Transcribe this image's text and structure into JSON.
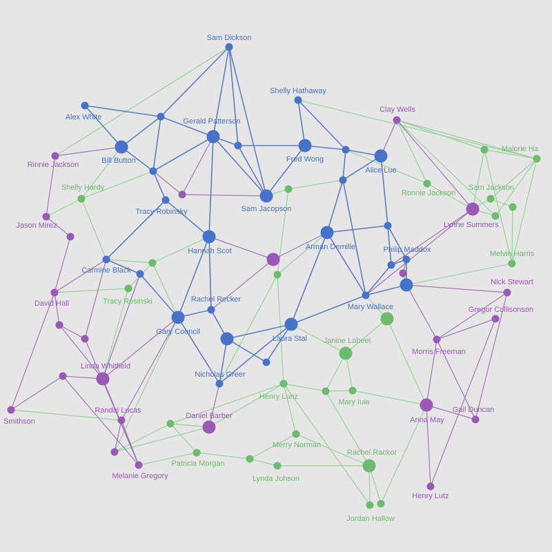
{
  "colors": {
    "background": "#e6e6e6",
    "blue": "#4673c9",
    "purple": "#9b59b6",
    "green": "#6cbb6e",
    "edge_blue": "#5478c4",
    "edge_purple": "#9a70b4",
    "edge_green": "#8fcf8f"
  },
  "nodes": [
    {
      "id": "sam_dickson",
      "label": "Sam Dickson",
      "group": "blue",
      "size": "s"
    },
    {
      "id": "shelly_hathaway",
      "label": "Shelly Hathaway",
      "group": "blue",
      "size": "s"
    },
    {
      "id": "alex_white",
      "label": "Alex White",
      "group": "blue",
      "size": "s"
    },
    {
      "id": "n_a1",
      "label": "",
      "group": "blue",
      "size": "s"
    },
    {
      "id": "gerald_patterson",
      "label": "Gerald Patterson",
      "group": "blue",
      "size": "l"
    },
    {
      "id": "n_a2",
      "label": "",
      "group": "blue",
      "size": "s"
    },
    {
      "id": "bill_button",
      "label": "Bill Button",
      "group": "blue",
      "size": "l"
    },
    {
      "id": "fred_wong",
      "label": "Fred Wong",
      "group": "blue",
      "size": "l"
    },
    {
      "id": "n_a3",
      "label": "",
      "group": "blue",
      "size": "s"
    },
    {
      "id": "alice_lue",
      "label": "Alice Lue",
      "group": "blue",
      "size": "l"
    },
    {
      "id": "n_a4",
      "label": "",
      "group": "blue",
      "size": "s"
    },
    {
      "id": "n_a5",
      "label": "",
      "group": "blue",
      "size": "s"
    },
    {
      "id": "tracy_robinsky",
      "label": "Tracy Robinsky",
      "group": "blue",
      "size": "s"
    },
    {
      "id": "sam_jacopson",
      "label": "Sam Jacopson",
      "group": "blue",
      "size": "l"
    },
    {
      "id": "hannah_scot",
      "label": "Hannah Scot",
      "group": "blue",
      "size": "l"
    },
    {
      "id": "arman_demille",
      "label": "Arman Demille",
      "group": "blue",
      "size": "l"
    },
    {
      "id": "n_a6",
      "label": "",
      "group": "blue",
      "size": "s"
    },
    {
      "id": "philip_maddox",
      "label": "Philip Maddox",
      "group": "blue",
      "size": "s"
    },
    {
      "id": "n_a7",
      "label": "",
      "group": "blue",
      "size": "s"
    },
    {
      "id": "n_a8",
      "label": "",
      "group": "blue",
      "size": "l"
    },
    {
      "id": "carmine_black",
      "label": "Carmine Black",
      "group": "blue",
      "size": "s"
    },
    {
      "id": "n_a9",
      "label": "",
      "group": "blue",
      "size": "s"
    },
    {
      "id": "rachel_recker",
      "label": "Rachel Recker",
      "group": "blue",
      "size": "s"
    },
    {
      "id": "gary_council",
      "label": "Gary Council",
      "group": "blue",
      "size": "l"
    },
    {
      "id": "n_a10",
      "label": "",
      "group": "blue",
      "size": "l"
    },
    {
      "id": "laura_stal",
      "label": "Laura Stal",
      "group": "blue",
      "size": "l"
    },
    {
      "id": "mary_wallace",
      "label": "Mary Wallace",
      "group": "blue",
      "size": "s"
    },
    {
      "id": "n_a11",
      "label": "",
      "group": "blue",
      "size": "s"
    },
    {
      "id": "nicholas_greer",
      "label": "Nicholas Greer",
      "group": "blue",
      "size": "s"
    },
    {
      "id": "clay_wells",
      "label": "Clay Wells",
      "group": "purple",
      "size": "s"
    },
    {
      "id": "rinnie_jackson",
      "label": "Rinnie Jackson",
      "group": "purple",
      "size": "s"
    },
    {
      "id": "n_p1",
      "label": "",
      "group": "purple",
      "size": "s"
    },
    {
      "id": "jason_mirez",
      "label": "Jason Mirez",
      "group": "purple",
      "size": "s"
    },
    {
      "id": "n_p2",
      "label": "",
      "group": "purple",
      "size": "s"
    },
    {
      "id": "lynne_summers",
      "label": "Lynne Summers",
      "group": "purple",
      "size": "l"
    },
    {
      "id": "n_p3",
      "label": "",
      "group": "purple",
      "size": "l"
    },
    {
      "id": "n_p4",
      "label": "",
      "group": "purple",
      "size": "s"
    },
    {
      "id": "nick_stewart",
      "label": "Nick Stewart",
      "group": "purple",
      "size": "s"
    },
    {
      "id": "david_hall",
      "label": "David Hall",
      "group": "purple",
      "size": "s"
    },
    {
      "id": "gregor_collisonson",
      "label": "Gregor Collisonson",
      "group": "purple",
      "size": "s"
    },
    {
      "id": "n_p5",
      "label": "",
      "group": "purple",
      "size": "s"
    },
    {
      "id": "n_p6",
      "label": "",
      "group": "purple",
      "size": "s"
    },
    {
      "id": "morris_freeman",
      "label": "Morris Freeman",
      "group": "purple",
      "size": "s"
    },
    {
      "id": "linda_whitfield",
      "label": "Linda Whitfield",
      "group": "purple",
      "size": "l"
    },
    {
      "id": "n_p7",
      "label": "",
      "group": "purple",
      "size": "s"
    },
    {
      "id": "smithson",
      "label": "Smithson",
      "group": "purple",
      "size": "s"
    },
    {
      "id": "randal_lucas",
      "label": "Randal Lucas",
      "group": "purple",
      "size": "s"
    },
    {
      "id": "daniel_barber",
      "label": "Daniel Barber",
      "group": "purple",
      "size": "l"
    },
    {
      "id": "anna_may",
      "label": "Anna May",
      "group": "purple",
      "size": "l"
    },
    {
      "id": "gail_duncan",
      "label": "Gail Duncan",
      "group": "purple",
      "size": "s"
    },
    {
      "id": "n_p8",
      "label": "",
      "group": "purple",
      "size": "s"
    },
    {
      "id": "melanie_gregory",
      "label": "Melanie Gregory",
      "group": "purple",
      "size": "s"
    },
    {
      "id": "henry_lutz",
      "label": "Henry Lutz",
      "group": "purple",
      "size": "s"
    },
    {
      "id": "malorie_h",
      "label": "Malorie Ha",
      "group": "green",
      "size": "s"
    },
    {
      "id": "n_g1",
      "label": "",
      "group": "green",
      "size": "s"
    },
    {
      "id": "shelly_hardy",
      "label": "Shelly Hardy",
      "group": "green",
      "size": "s"
    },
    {
      "id": "n_g2",
      "label": "",
      "group": "green",
      "size": "s"
    },
    {
      "id": "ronnie_jackson",
      "label": "Ronnie Jackson",
      "group": "green",
      "size": "s"
    },
    {
      "id": "sam_jackson",
      "label": "Sam Jackson",
      "group": "green",
      "size": "s"
    },
    {
      "id": "n_g3",
      "label": "",
      "group": "green",
      "size": "s"
    },
    {
      "id": "n_g4",
      "label": "",
      "group": "green",
      "size": "s"
    },
    {
      "id": "melvin_harris",
      "label": "Melvin Harris",
      "group": "green",
      "size": "s"
    },
    {
      "id": "n_g5",
      "label": "",
      "group": "green",
      "size": "s"
    },
    {
      "id": "n_g6",
      "label": "",
      "group": "green",
      "size": "s"
    },
    {
      "id": "tracy_rosinski",
      "label": "Tracy Rosinski",
      "group": "green",
      "size": "s"
    },
    {
      "id": "n_g7",
      "label": "",
      "group": "green",
      "size": "l"
    },
    {
      "id": "janine_labeel",
      "label": "Janine Labeel",
      "group": "green",
      "size": "l"
    },
    {
      "id": "henry_lunz",
      "label": "Henry Lunz",
      "group": "green",
      "size": "s"
    },
    {
      "id": "n_g8",
      "label": "",
      "group": "green",
      "size": "s"
    },
    {
      "id": "mary_iuie",
      "label": "Mary Iuie",
      "group": "green",
      "size": "s"
    },
    {
      "id": "n_g9",
      "label": "",
      "group": "green",
      "size": "s"
    },
    {
      "id": "merry_norman",
      "label": "Merry Norman",
      "group": "green",
      "size": "s"
    },
    {
      "id": "patricia_morgan",
      "label": "Patricia Morgan",
      "group": "green",
      "size": "s"
    },
    {
      "id": "n_g10",
      "label": "",
      "group": "green",
      "size": "s"
    },
    {
      "id": "rachel_rackor",
      "label": "Rachel Rackor",
      "group": "green",
      "size": "l"
    },
    {
      "id": "lynda_johson",
      "label": "Lynda Johson",
      "group": "green",
      "size": "s"
    },
    {
      "id": "n_g11",
      "label": "",
      "group": "green",
      "size": "s"
    },
    {
      "id": "jordan_hallow",
      "label": "Jordan Hallow",
      "group": "green",
      "size": "s"
    }
  ],
  "edges": [
    [
      "sam_dickson",
      "n_a1",
      "blue"
    ],
    [
      "sam_dickson",
      "gerald_patterson",
      "blue"
    ],
    [
      "sam_dickson",
      "n_a2",
      "blue"
    ],
    [
      "sam_dickson",
      "sam_jacopson",
      "blue"
    ],
    [
      "alex_white",
      "n_a1",
      "blue"
    ],
    [
      "alex_white",
      "bill_button",
      "blue"
    ],
    [
      "n_a1",
      "gerald_patterson",
      "blue"
    ],
    [
      "n_a1",
      "bill_button",
      "blue"
    ],
    [
      "n_a1",
      "n_a5",
      "blue"
    ],
    [
      "gerald_patterson",
      "n_a2",
      "blue"
    ],
    [
      "gerald_patterson",
      "n_a5",
      "blue"
    ],
    [
      "gerald_patterson",
      "hannah_scot",
      "blue"
    ],
    [
      "gerald_patterson",
      "sam_jacopson",
      "blue"
    ],
    [
      "n_a2",
      "fred_wong",
      "blue"
    ],
    [
      "n_a2",
      "sam_jacopson",
      "blue"
    ],
    [
      "shelly_hathaway",
      "fred_wong",
      "blue"
    ],
    [
      "shelly_hathaway",
      "n_a3",
      "blue"
    ],
    [
      "fred_wong",
      "n_a3",
      "blue"
    ],
    [
      "fred_wong",
      "sam_jacopson",
      "blue"
    ],
    [
      "n_a3",
      "alice_lue",
      "blue"
    ],
    [
      "n_a3",
      "n_a4",
      "blue"
    ],
    [
      "alice_lue",
      "n_a4",
      "blue"
    ],
    [
      "alice_lue",
      "n_a6",
      "blue"
    ],
    [
      "n_a4",
      "arman_demille",
      "blue"
    ],
    [
      "n_a4",
      "mary_wallace",
      "blue"
    ],
    [
      "bill_button",
      "n_a5",
      "blue"
    ],
    [
      "n_a5",
      "tracy_robinsky",
      "blue"
    ],
    [
      "tracy_robinsky",
      "hannah_scot",
      "blue"
    ],
    [
      "tracy_robinsky",
      "carmine_black",
      "blue"
    ],
    [
      "hannah_scot",
      "rachel_recker",
      "blue"
    ],
    [
      "hannah_scot",
      "gary_council",
      "blue"
    ],
    [
      "arman_demille",
      "laura_stal",
      "blue"
    ],
    [
      "arman_demille",
      "n_a6",
      "blue"
    ],
    [
      "arman_demille",
      "mary_wallace",
      "blue"
    ],
    [
      "n_a6",
      "n_a7",
      "blue"
    ],
    [
      "n_a6",
      "philip_maddox",
      "blue"
    ],
    [
      "philip_maddox",
      "n_a7",
      "blue"
    ],
    [
      "philip_maddox",
      "n_a8",
      "blue"
    ],
    [
      "n_a7",
      "mary_wallace",
      "blue"
    ],
    [
      "n_a8",
      "mary_wallace",
      "blue"
    ],
    [
      "mary_wallace",
      "laura_stal",
      "blue"
    ],
    [
      "carmine_black",
      "n_a9",
      "blue"
    ],
    [
      "n_a9",
      "gary_council",
      "blue"
    ],
    [
      "gary_council",
      "rachel_recker",
      "blue"
    ],
    [
      "gary_council",
      "nicholas_greer",
      "blue"
    ],
    [
      "rachel_recker",
      "n_a10",
      "blue"
    ],
    [
      "n_a10",
      "laura_stal",
      "blue"
    ],
    [
      "n_a10",
      "n_a11",
      "blue"
    ],
    [
      "n_a10",
      "nicholas_greer",
      "blue"
    ],
    [
      "laura_stal",
      "n_a11",
      "blue"
    ],
    [
      "nicholas_greer",
      "laura_stal",
      "blue"
    ],
    [
      "alice_lue",
      "clay_wells",
      "purple"
    ],
    [
      "rinnie_jackson",
      "bill_button",
      "purple"
    ],
    [
      "rinnie_jackson",
      "jason_mirez",
      "purple"
    ],
    [
      "n_p1",
      "gerald_patterson",
      "purple"
    ],
    [
      "n_p1",
      "sam_jacopson",
      "purple"
    ],
    [
      "n_p1",
      "n_a5",
      "purple"
    ],
    [
      "jason_mirez",
      "n_p2",
      "purple"
    ],
    [
      "n_p2",
      "david_hall",
      "purple"
    ],
    [
      "lynne_summers",
      "mary_wallace",
      "purple"
    ],
    [
      "lynne_summers",
      "n_a7",
      "purple"
    ],
    [
      "n_p3",
      "hannah_scot",
      "purple"
    ],
    [
      "n_p3",
      "rachel_recker",
      "purple"
    ],
    [
      "n_p3",
      "arman_demille",
      "purple"
    ],
    [
      "n_p4",
      "philip_maddox",
      "purple"
    ],
    [
      "n_p4",
      "n_a8",
      "purple"
    ],
    [
      "nick_stewart",
      "n_a8",
      "purple"
    ],
    [
      "nick_stewart",
      "morris_freeman",
      "purple"
    ],
    [
      "nick_stewart",
      "gail_duncan",
      "purple"
    ],
    [
      "david_hall",
      "n_p5",
      "purple"
    ],
    [
      "david_hall",
      "carmine_black",
      "purple"
    ],
    [
      "n_p5",
      "n_p6",
      "purple"
    ],
    [
      "n_p5",
      "linda_whitfield",
      "purple"
    ],
    [
      "n_p6",
      "carmine_black",
      "purple"
    ],
    [
      "n_p6",
      "melanie_gregory",
      "purple"
    ],
    [
      "gregor_collisonson",
      "morris_freeman",
      "purple"
    ],
    [
      "gregor_collisonson",
      "henry_lutz",
      "purple"
    ],
    [
      "morris_freeman",
      "n_a8",
      "purple"
    ],
    [
      "morris_freeman",
      "anna_may",
      "purple"
    ],
    [
      "morris_freeman",
      "gail_duncan",
      "purple"
    ],
    [
      "linda_whitfield",
      "gary_council",
      "purple"
    ],
    [
      "linda_whitfield",
      "n_p7",
      "purple"
    ],
    [
      "linda_whitfield",
      "n_a9",
      "purple"
    ],
    [
      "linda_whitfield",
      "melanie_gregory",
      "purple"
    ],
    [
      "n_p7",
      "smithson",
      "purple"
    ],
    [
      "n_p7",
      "melanie_gregory",
      "purple"
    ],
    [
      "smithson",
      "david_hall",
      "purple"
    ],
    [
      "randal_lucas",
      "n_p8",
      "purple"
    ],
    [
      "randal_lucas",
      "melanie_gregory",
      "purple"
    ],
    [
      "randal_lucas",
      "gary_council",
      "purple"
    ],
    [
      "daniel_barber",
      "nicholas_greer",
      "purple"
    ],
    [
      "anna_may",
      "henry_lutz",
      "purple"
    ],
    [
      "anna_may",
      "gail_duncan",
      "purple"
    ],
    [
      "lynne_summers",
      "clay_wells",
      "purple"
    ],
    [
      "sam_dickson",
      "rinnie_jackson",
      "green"
    ],
    [
      "shelly_hathaway",
      "malorie_h",
      "green"
    ],
    [
      "clay_wells",
      "malorie_h",
      "green"
    ],
    [
      "clay_wells",
      "n_g1",
      "green"
    ],
    [
      "clay_wells",
      "ronnie_jackson",
      "green"
    ],
    [
      "clay_wells",
      "n_g4",
      "green"
    ],
    [
      "n_g1",
      "malorie_h",
      "green"
    ],
    [
      "n_g1",
      "lynne_summers",
      "green"
    ],
    [
      "n_g1",
      "melvin_harris",
      "green"
    ],
    [
      "malorie_h",
      "sam_jackson",
      "green"
    ],
    [
      "malorie_h",
      "melvin_harris",
      "green"
    ],
    [
      "malorie_h",
      "n_g4",
      "green"
    ],
    [
      "sam_jackson",
      "lynne_summers",
      "green"
    ],
    [
      "sam_jackson",
      "n_g3",
      "green"
    ],
    [
      "n_g3",
      "melvin_harris",
      "green"
    ],
    [
      "n_g4",
      "lynne_summers",
      "green"
    ],
    [
      "melvin_harris",
      "n_a8",
      "green"
    ],
    [
      "ronnie_jackson",
      "lynne_summers",
      "green"
    ],
    [
      "ronnie_jackson",
      "n_a3",
      "green"
    ],
    [
      "n_g2",
      "n_a4",
      "green"
    ],
    [
      "n_g2",
      "sam_jacopson",
      "green"
    ],
    [
      "n_g2",
      "n_g6",
      "green"
    ],
    [
      "shelly_hardy",
      "bill_button",
      "green"
    ],
    [
      "shelly_hardy",
      "jason_mirez",
      "green"
    ],
    [
      "shelly_hardy",
      "n_a5",
      "green"
    ],
    [
      "shelly_hardy",
      "carmine_black",
      "green"
    ],
    [
      "n_g5",
      "carmine_black",
      "green"
    ],
    [
      "n_g5",
      "hannah_scot",
      "green"
    ],
    [
      "n_g5",
      "gary_council",
      "green"
    ],
    [
      "tracy_rosinski",
      "n_g5",
      "green"
    ],
    [
      "tracy_rosinski",
      "linda_whitfield",
      "green"
    ],
    [
      "tracy_rosinski",
      "david_hall",
      "green"
    ],
    [
      "n_g6",
      "arman_demille",
      "green"
    ],
    [
      "n_g6",
      "henry_lunz",
      "green"
    ],
    [
      "n_g6",
      "nicholas_greer",
      "green"
    ],
    [
      "n_g7",
      "mary_wallace",
      "green"
    ],
    [
      "n_g7",
      "janine_labeel",
      "green"
    ],
    [
      "n_g7",
      "anna_may",
      "green"
    ],
    [
      "janine_labeel",
      "laura_stal",
      "green"
    ],
    [
      "janine_labeel",
      "mary_iuie",
      "green"
    ],
    [
      "janine_labeel",
      "n_g8",
      "green"
    ],
    [
      "henry_lunz",
      "n_g8",
      "green"
    ],
    [
      "henry_lunz",
      "merry_norman",
      "green"
    ],
    [
      "henry_lunz",
      "n_g9",
      "green"
    ],
    [
      "n_g8",
      "mary_iuie",
      "green"
    ],
    [
      "n_g8",
      "rachel_rackor",
      "green"
    ],
    [
      "mary_iuie",
      "anna_may",
      "green"
    ],
    [
      "n_g9",
      "daniel_barber",
      "green"
    ],
    [
      "n_g9",
      "patricia_morgan",
      "green"
    ],
    [
      "merry_norman",
      "n_g10",
      "green"
    ],
    [
      "merry_norman",
      "rachel_rackor",
      "green"
    ],
    [
      "patricia_morgan",
      "n_g10",
      "green"
    ],
    [
      "patricia_morgan",
      "melanie_gregory",
      "green"
    ],
    [
      "n_g10",
      "lynda_johson",
      "green"
    ],
    [
      "lynda_johson",
      "rachel_rackor",
      "green"
    ],
    [
      "rachel_rackor",
      "n_g11",
      "green"
    ],
    [
      "rachel_rackor",
      "jordan_hallow",
      "green"
    ],
    [
      "n_g11",
      "anna_may",
      "green"
    ],
    [
      "jordan_hallow",
      "henry_lunz",
      "green"
    ],
    [
      "smithson",
      "randal_lucas",
      "green"
    ],
    [
      "n_p8",
      "n_g9",
      "green"
    ],
    [
      "n_p8",
      "daniel_barber",
      "green"
    ],
    [
      "gary_council",
      "n_p8",
      "green"
    ],
    [
      "daniel_barber",
      "henry_lunz",
      "green"
    ]
  ]
}
